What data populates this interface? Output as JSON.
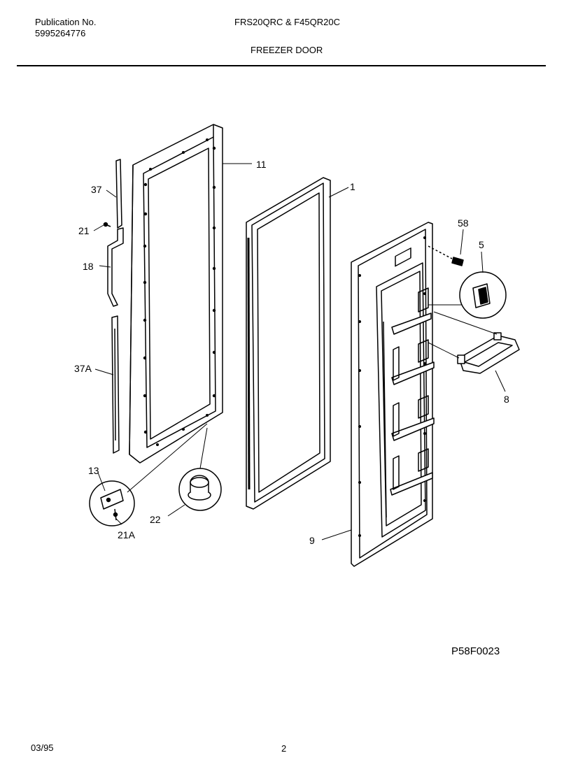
{
  "header": {
    "publication_label": "Publication No.",
    "publication_number": "5995264776",
    "models": "FRS20QRC & F45QR20C",
    "section_title": "FREEZER DOOR"
  },
  "callouts": {
    "c11": "11",
    "c1": "1",
    "c37": "37",
    "c21": "21",
    "c18": "18",
    "c37a": "37A",
    "c13": "13",
    "c21a": "21A",
    "c22": "22",
    "c58": "58",
    "c5": "5",
    "c8": "8",
    "c9": "9"
  },
  "figure_code": "P58F0023",
  "footer": {
    "date": "03/95",
    "page_number": "2"
  }
}
